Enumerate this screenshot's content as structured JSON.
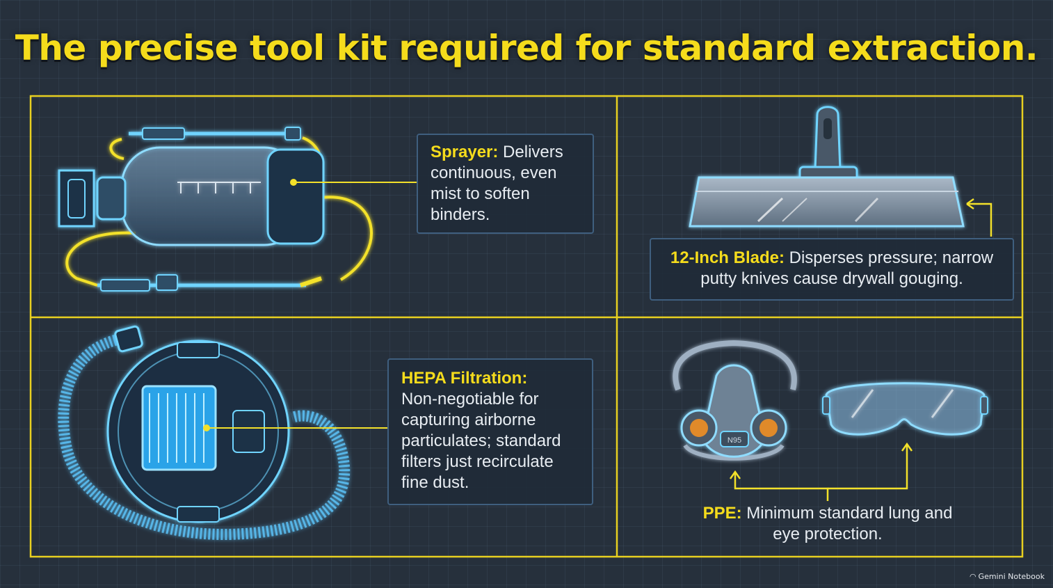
{
  "title": "The precise tool kit required for standard extraction.",
  "panels": {
    "sprayer": {
      "label": "Sprayer:",
      "text": " Delivers continuous, even mist to soften binders."
    },
    "blade": {
      "label": "12-Inch Blade:",
      "text": " Disperses pressure; narrow putty knives cause drywall gouging."
    },
    "hepa": {
      "label": "HEPA Filtration:",
      "text": "Non-negotiable for capturing airborne particulates; standard filters just recirculate fine dust."
    },
    "ppe": {
      "label": "PPE:",
      "text": " Minimum standard lung and eye protection."
    }
  },
  "respirator_mark": "N95",
  "brand": "Gemini Notebook",
  "colors": {
    "accent": "#f5dc1c",
    "blueprint": "#5ec8ff",
    "background": "#26303c",
    "callout_border": "#3f5f7f"
  }
}
